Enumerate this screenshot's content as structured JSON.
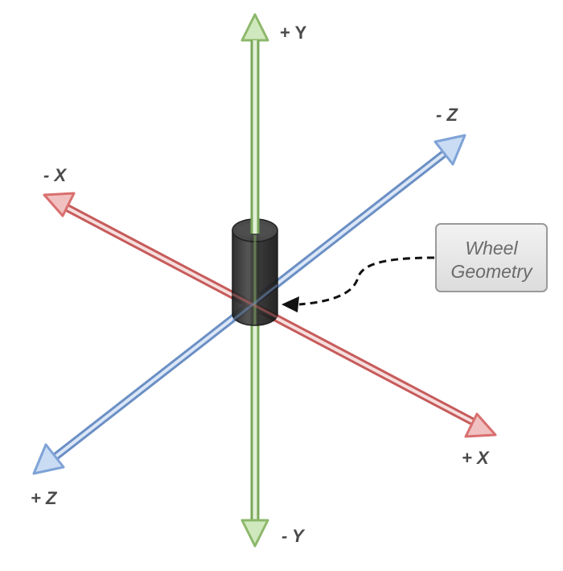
{
  "axes": {
    "pos_y": {
      "label": "+ Y",
      "color": "#8db86b"
    },
    "neg_y": {
      "label": "- Y",
      "color": "#8db86b"
    },
    "pos_x": {
      "label": "+ X",
      "color": "#d96f6f"
    },
    "neg_x": {
      "label": "- X",
      "color": "#d96f6f"
    },
    "pos_z": {
      "label": "+ Z",
      "color": "#7fa3d6"
    },
    "neg_z": {
      "label": "- Z",
      "color": "#7fa3d6"
    }
  },
  "wheel": {
    "label_line1": "Wheel",
    "label_line2": "Geometry",
    "body_color": "#2e2e2e"
  }
}
